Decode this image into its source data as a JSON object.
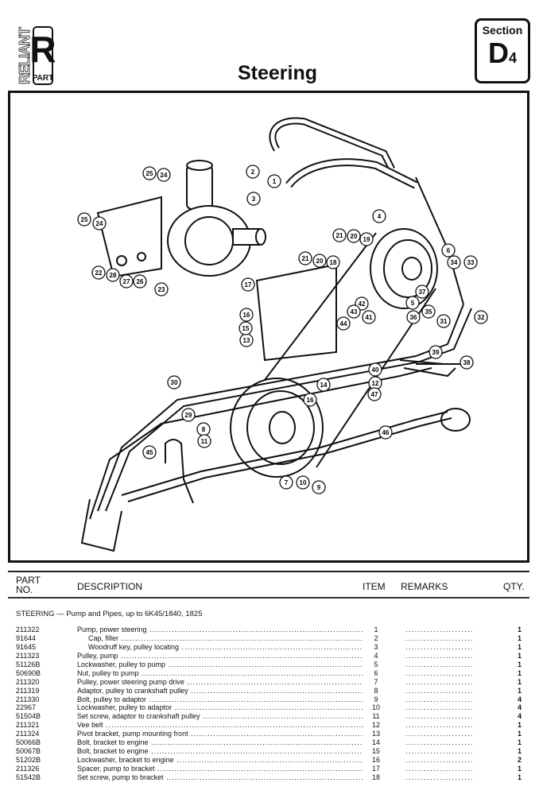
{
  "logo": {
    "brand": "RELIANT",
    "letter": "R",
    "sub": "PART"
  },
  "page_title": "Steering",
  "section": {
    "label": "Section",
    "code": "D",
    "sub": "4"
  },
  "diagram": {
    "callouts": [
      "1",
      "2",
      "3",
      "4",
      "5",
      "6",
      "7",
      "8",
      "9",
      "10",
      "11",
      "12",
      "13",
      "14",
      "15",
      "16",
      "16",
      "17",
      "18",
      "19",
      "20",
      "20",
      "21",
      "21",
      "22",
      "23",
      "24",
      "24",
      "25",
      "25",
      "26",
      "27",
      "28",
      "29",
      "30",
      "31",
      "32",
      "33",
      "34",
      "35",
      "36",
      "37",
      "38",
      "39",
      "40",
      "41",
      "42",
      "43",
      "44",
      "45",
      "46",
      "47"
    ]
  },
  "table": {
    "headers": {
      "part_no": "PART NO.",
      "description": "DESCRIPTION",
      "item": "ITEM",
      "remarks": "REMARKS",
      "qty": "QTY."
    },
    "group_heading": "STEERING — Pump and Pipes, up to 6K45/1840, 1825",
    "rows": [
      {
        "part_no": "211322",
        "description": "Pump, power steering",
        "item": "1",
        "remarks": "......................",
        "qty": "1",
        "indent": false
      },
      {
        "part_no": "91644",
        "description": "Cap, filler",
        "item": "2",
        "remarks": "......................",
        "qty": "1",
        "indent": true
      },
      {
        "part_no": "91645",
        "description": "Woodruff key, pulley locating",
        "item": "3",
        "remarks": "......................",
        "qty": "1",
        "indent": true
      },
      {
        "part_no": "211323",
        "description": "Pulley, pump",
        "item": "4",
        "remarks": "......................",
        "qty": "1",
        "indent": false
      },
      {
        "part_no": "51126B",
        "description": "Lockwasher, pulley to pump",
        "item": "5",
        "remarks": "......................",
        "qty": "1",
        "indent": false
      },
      {
        "part_no": "50690B",
        "description": "Nut, pulley to pump",
        "item": "6",
        "remarks": "......................",
        "qty": "1",
        "indent": false
      },
      {
        "part_no": "211320",
        "description": "Pulley, power steering pump drive",
        "item": "7",
        "remarks": "......................",
        "qty": "1",
        "indent": false
      },
      {
        "part_no": "211319",
        "description": "Adaptor, pulley to crankshaft pulley",
        "item": "8",
        "remarks": "......................",
        "qty": "1",
        "indent": false
      },
      {
        "part_no": "211330",
        "description": "Bolt, pulley to adaptor",
        "item": "9",
        "remarks": "......................",
        "qty": "4",
        "indent": false
      },
      {
        "part_no": "22967",
        "description": "Lockwasher, pulley to adaptor",
        "item": "10",
        "remarks": "......................",
        "qty": "4",
        "indent": false
      },
      {
        "part_no": "51504B",
        "description": "Set screw, adaptor to crankshaft pulley",
        "item": "11",
        "remarks": "......................",
        "qty": "4",
        "indent": false
      },
      {
        "part_no": "211321",
        "description": "Vee belt",
        "item": "12",
        "remarks": "......................",
        "qty": "1",
        "indent": false
      },
      {
        "part_no": "211324",
        "description": "Pivot bracket, pump mounting front",
        "item": "13",
        "remarks": "......................",
        "qty": "1",
        "indent": false
      },
      {
        "part_no": "50066B",
        "description": "Bolt, bracket to engine",
        "item": "14",
        "remarks": "......................",
        "qty": "1",
        "indent": false
      },
      {
        "part_no": "50067B",
        "description": "Bolt, bracket to engine",
        "item": "15",
        "remarks": "......................",
        "qty": "1",
        "indent": false
      },
      {
        "part_no": "51202B",
        "description": "Lockwasher, bracket to engine",
        "item": "16",
        "remarks": "......................",
        "qty": "2",
        "indent": false
      },
      {
        "part_no": "211326",
        "description": "Spacer, pump to bracket",
        "item": "17",
        "remarks": "......................",
        "qty": "1",
        "indent": false
      },
      {
        "part_no": "51542B",
        "description": "Set screw, pump to bracket",
        "item": "18",
        "remarks": "......................",
        "qty": "1",
        "indent": false
      }
    ]
  }
}
